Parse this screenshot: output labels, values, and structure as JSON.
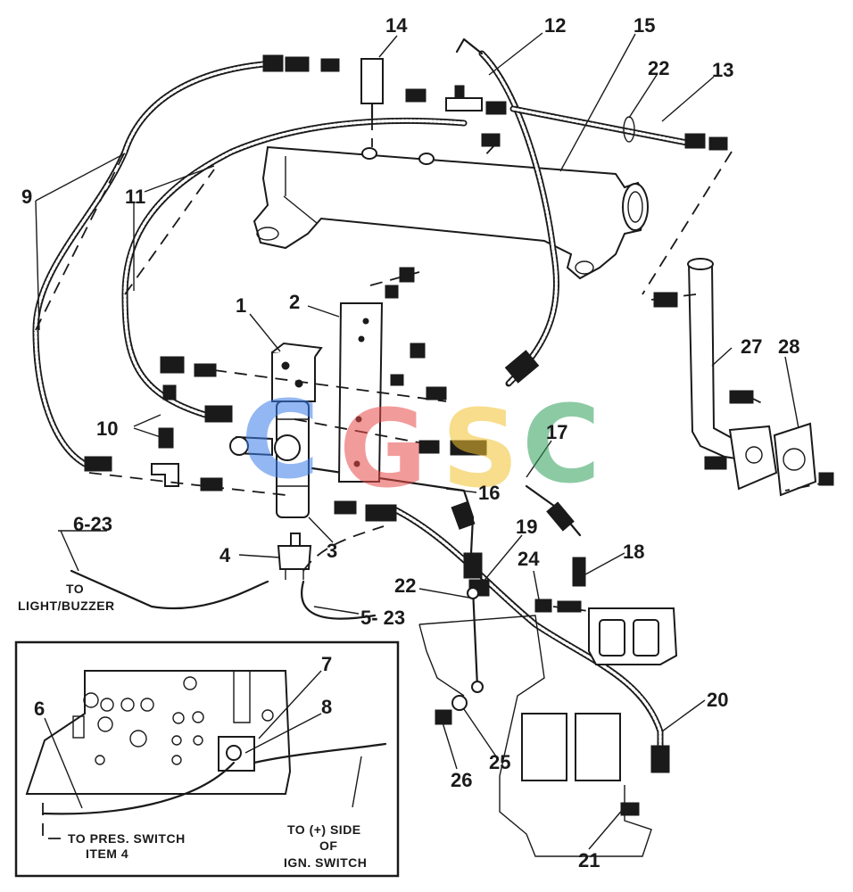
{
  "callouts": [
    "1",
    "2",
    "3",
    "4",
    "5- 23",
    "6-23",
    "6",
    "7",
    "8",
    "9",
    "10",
    "11",
    "12",
    "13",
    "14",
    "15",
    "16",
    "17",
    "18",
    "19",
    "20",
    "21",
    "22",
    "22",
    "24",
    "25",
    "26",
    "27",
    "28"
  ],
  "notes": {
    "light_buzzer_1": "TO",
    "light_buzzer_2": "LIGHT/BUZZER",
    "pres_switch_1": "TO PRES. SWITCH",
    "pres_switch_2": "ITEM 4",
    "ign_switch_1": "TO (+) SIDE",
    "ign_switch_2": "OF",
    "ign_switch_3": "IGN. SWITCH"
  },
  "watermark": {
    "letters": [
      "C",
      "G",
      "S",
      "C"
    ],
    "colors": [
      "#3b7de8",
      "#e84a4a",
      "#f2c230",
      "#2fa05a"
    ]
  }
}
